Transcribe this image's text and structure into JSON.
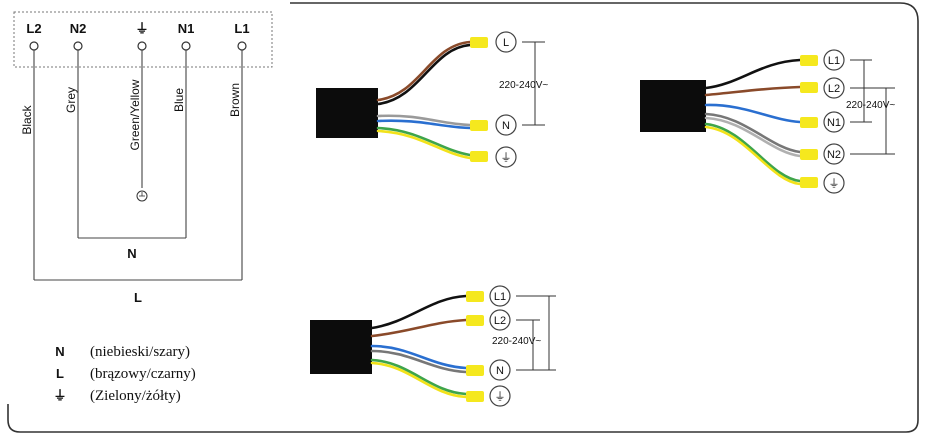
{
  "terminal_block": {
    "terminals": [
      "L2",
      "N2",
      "⏚",
      "N1",
      "L1"
    ],
    "wire_labels": [
      "Black",
      "Grey",
      "Green/Yellow",
      "Blue",
      "Brown"
    ],
    "bus_n": "N",
    "bus_l": "L"
  },
  "legend": [
    {
      "key": "N",
      "text": "(niebieski/szary)"
    },
    {
      "key": "L",
      "text": "(brązowy/czarny)"
    },
    {
      "key": "⏚",
      "text": "(Zielony/żółty)"
    }
  ],
  "cable_1": {
    "terminals": [
      "L",
      "N",
      "⏚"
    ],
    "voltage": "220-240V~"
  },
  "cable_2": {
    "terminals": [
      "L1",
      "L2",
      "N1",
      "N2",
      "⏚"
    ],
    "voltage": "220-240V~"
  },
  "cable_3": {
    "terminals": [
      "L1",
      "L2",
      "N",
      "⏚"
    ],
    "voltage": "220-240V~"
  },
  "colors": {
    "brown": "#8a4a2a",
    "black": "#111111",
    "grey": "#9a9a9a",
    "blue": "#2a6fd0",
    "green": "#3fa54a",
    "yellow": "#f2e21a",
    "sleeve": "#f5e81e"
  }
}
